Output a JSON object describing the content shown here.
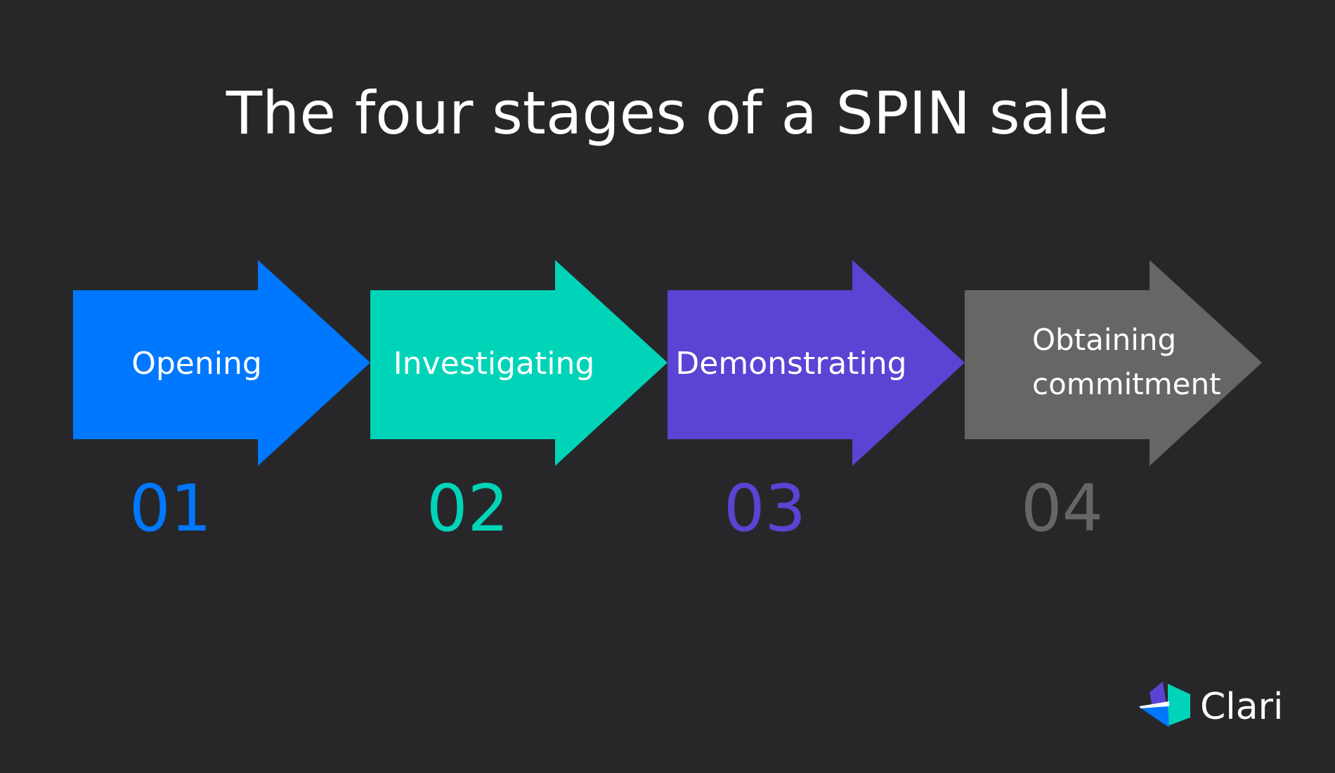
{
  "title": "The four stages of a SPIN sale",
  "stages": [
    {
      "lines": [
        "Opening"
      ],
      "number": "01",
      "color": "#0077ff"
    },
    {
      "lines": [
        "Investigating"
      ],
      "number": "02",
      "color": "#00d4b8"
    },
    {
      "lines": [
        "Demonstrating"
      ],
      "number": "03",
      "color": "#5b43d3"
    },
    {
      "lines": [
        "Obtaining",
        "commitment"
      ],
      "number": "04",
      "color": "#666666"
    }
  ],
  "logo": {
    "name": "Clari",
    "icon": "clari-logo-icon",
    "colors": [
      "#5b43d3",
      "#00d4b8",
      "#0077ff",
      "#ffffff"
    ]
  },
  "colors": {
    "background": "#27272a",
    "text": "#ffffff"
  }
}
